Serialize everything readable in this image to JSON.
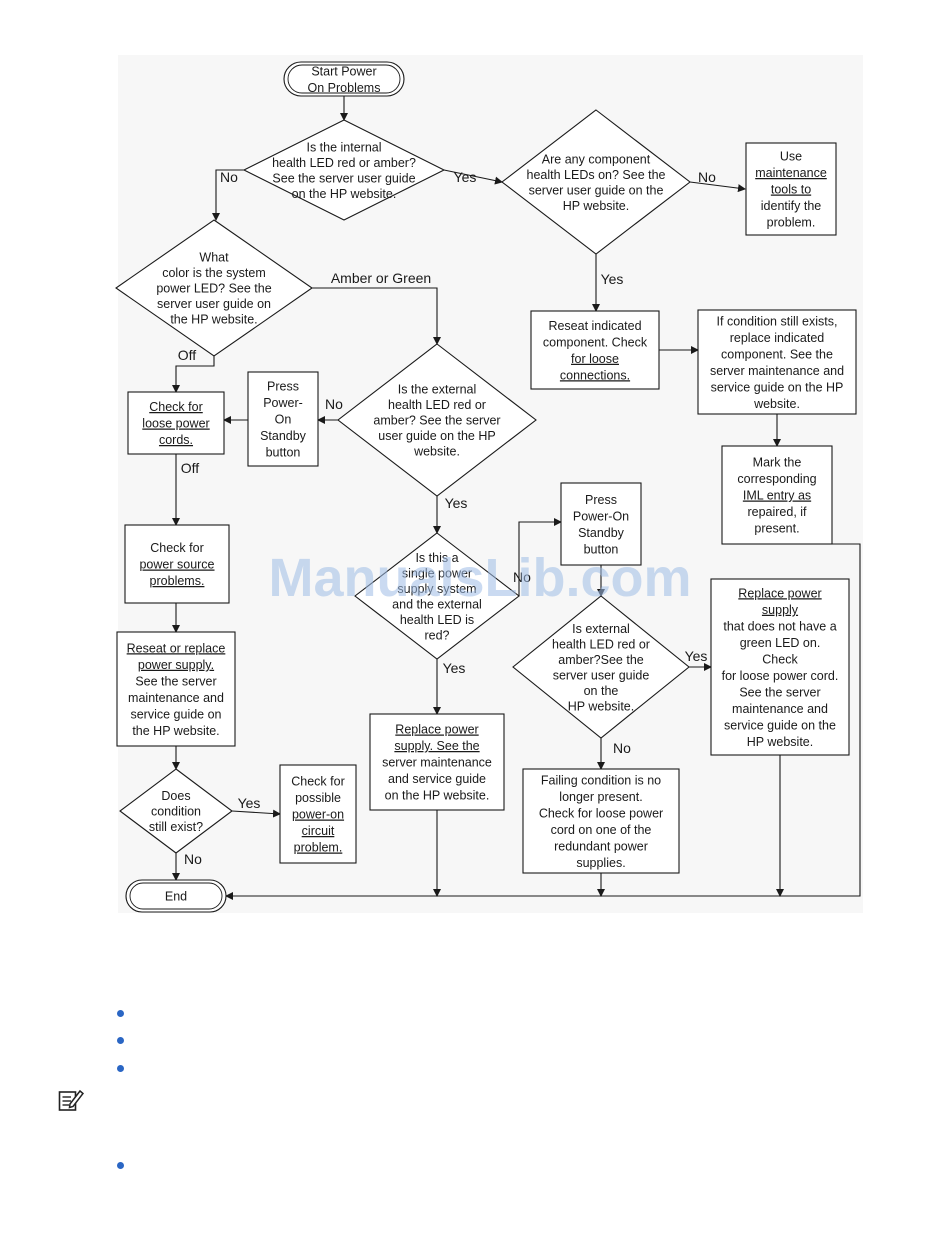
{
  "flowchart": {
    "nodes": {
      "start": {
        "lines": [
          "Start Power",
          "On Problems"
        ]
      },
      "d_internal": {
        "lines": [
          "Is the internal",
          "health LED red or amber?",
          "See the server user guide",
          "on the HP website."
        ]
      },
      "d_component": {
        "lines": [
          "Are any component",
          "health LEDs on? See the",
          "server user guide on the",
          "HP website."
        ]
      },
      "use_tools": {
        "lines": [
          "Use",
          "maintenance",
          "tools to",
          "identify the",
          "problem."
        ]
      },
      "d_color": {
        "lines": [
          "What",
          "color is the system",
          "power LED? See the",
          "server user guide on",
          "the HP website."
        ]
      },
      "reseat_component": {
        "lines": [
          "Reseat indicated",
          "component. Check",
          "for loose",
          "connections."
        ]
      },
      "if_condition": {
        "lines": [
          "If condition still exists,",
          "replace indicated",
          "component. See the",
          "server maintenance and",
          "service guide on the HP",
          "website."
        ]
      },
      "check_cords": {
        "lines": [
          "Check for",
          "loose power",
          "cords."
        ]
      },
      "press_standby_1": {
        "lines": [
          "Press",
          "Power-",
          "On",
          "Standby",
          "button"
        ]
      },
      "d_external": {
        "lines": [
          "Is the external",
          "health LED red or",
          "amber? See the server",
          "user guide on the HP",
          "website."
        ]
      },
      "mark_iml": {
        "lines": [
          "Mark the",
          "corresponding",
          "IML entry as",
          "repaired, if",
          "present."
        ]
      },
      "check_source": {
        "lines": [
          "Check for",
          "power source",
          "problems."
        ]
      },
      "press_standby_2": {
        "lines": [
          "Press",
          "Power-On",
          "Standby",
          "button"
        ]
      },
      "d_single": {
        "lines": [
          "Is this a",
          "single power",
          "supply system",
          "and the external",
          "health LED is",
          "red?"
        ]
      },
      "replace_ps_2": {
        "lines": [
          "Replace power",
          "supply",
          "that does not have a",
          "green LED on.",
          "Check",
          "for loose power cord.",
          "See the server",
          "maintenance and",
          "service guide on the",
          "HP website."
        ]
      },
      "reseat_replace_ps": {
        "lines": [
          "Reseat or replace",
          "power supply.",
          "See the server",
          "maintenance and",
          "service guide on",
          "the HP website."
        ]
      },
      "d_ext2": {
        "lines": [
          "Is external",
          "health LED red or",
          "amber?See the",
          "server user guide",
          "on the",
          "HP website."
        ]
      },
      "replace_ps_1": {
        "lines": [
          "Replace power",
          "supply. See the",
          "server maintenance",
          "and service guide",
          "on the HP website."
        ]
      },
      "failing_cond": {
        "lines": [
          "Failing condition is no",
          "longer present.",
          "Check for loose power",
          "cord on one of the",
          "redundant power",
          "supplies."
        ]
      },
      "d_still": {
        "lines": [
          "Does",
          "condition",
          "still exist?"
        ]
      },
      "check_circuit": {
        "lines": [
          "Check for",
          "possible",
          "power-on",
          "circuit",
          "problem."
        ]
      },
      "end": {
        "lines": [
          "End"
        ]
      }
    },
    "edge_labels": {
      "no_1": "No",
      "yes_1": "Yes",
      "no_2": "No",
      "yes_2": "Yes",
      "amber_green": "Amber or Green",
      "off_1": "Off",
      "off_2": "Off",
      "no_3": "No",
      "yes_3": "Yes",
      "no_4": "No",
      "yes_4": "Yes",
      "yes_5": "Yes",
      "no_5": "No",
      "yes_6": "Yes",
      "no_6": "No"
    }
  },
  "watermark": "ManualsLib.com",
  "colors": {
    "bullet": "#2a66c4",
    "watermark": "#9fbde6",
    "line": "#1a1a1a"
  },
  "icons": {
    "note": "note-pencil-icon"
  }
}
